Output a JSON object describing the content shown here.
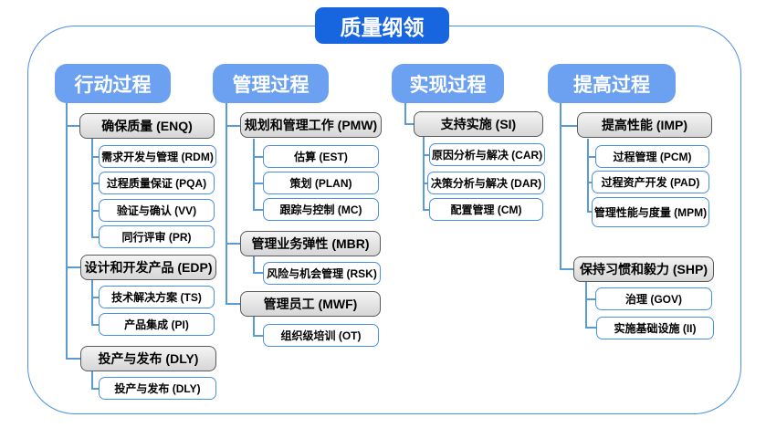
{
  "title": "质量纲领",
  "colors": {
    "root_blue": "#1766e0",
    "header_blue": "#6ba1f0",
    "connector_blue": "#5b9bd5",
    "white_box_border": "#4a90e2",
    "gray_box_fill": "#d6d6d6",
    "gray_box_border": "#5a5a5a"
  },
  "columns": [
    {
      "label": "行动过程",
      "groups": [
        {
          "label": "确保质量 (ENQ)",
          "children": [
            "需求开发与管理 (RDM)",
            "过程质量保证 (PQA)",
            "验证与确认 (VV)",
            "同行评审 (PR)"
          ]
        },
        {
          "label": "设计和开发产品 (EDP)",
          "children": [
            "技术解决方案 (TS)",
            "产品集成 (PI)"
          ]
        },
        {
          "label": "投产与发布 (DLY)",
          "children": [
            "投产与发布 (DLY)"
          ]
        }
      ]
    },
    {
      "label": "管理过程",
      "groups": [
        {
          "label": "规划和管理工作 (PMW)",
          "children": [
            "估算 (EST)",
            "策划 (PLAN)",
            "跟踪与控制 (MC)"
          ]
        },
        {
          "label": "管理业务弹性 (MBR)",
          "children": [
            "风险与机会管理 (RSK)"
          ]
        },
        {
          "label": "管理员工 (MWF)",
          "children": [
            "组织级培训 (OT)"
          ]
        }
      ]
    },
    {
      "label": "实现过程",
      "groups": [
        {
          "label": "支持实施 (SI)",
          "children": [
            "原因分析与解决 (CAR)",
            "决策分析与解决 (DAR)",
            "配置管理 (CM)"
          ]
        }
      ]
    },
    {
      "label": "提高过程",
      "groups": [
        {
          "label": "提高性能 (IMP)",
          "children": [
            "过程管理 (PCM)",
            "过程资产开发 (PAD)",
            "管理性能与度量 (MPM)"
          ]
        },
        {
          "label": "保持习惯和毅力 (SHP)",
          "children": [
            "治理 (GOV)",
            "实施基础设施 (II)"
          ]
        }
      ]
    }
  ]
}
